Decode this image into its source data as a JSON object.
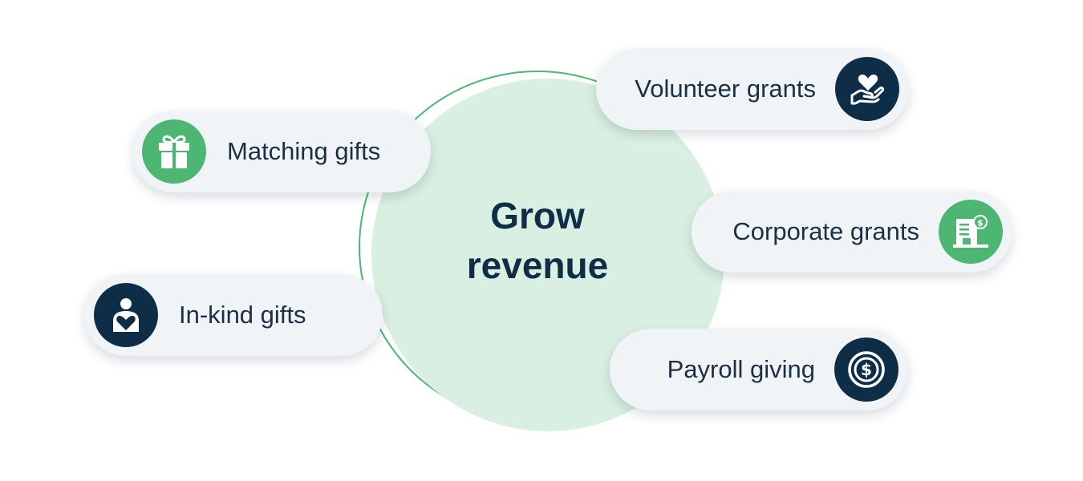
{
  "hub": {
    "line1": "Grow",
    "line2": "revenue"
  },
  "items": [
    {
      "key": "matching",
      "label": "Matching gifts",
      "icon": "gift-icon",
      "color": "#4cb672"
    },
    {
      "key": "inkind",
      "label": "In-kind gifts",
      "icon": "person-heart-icon",
      "color": "#0e2e48"
    },
    {
      "key": "volunteer",
      "label": "Volunteer grants",
      "icon": "hand-heart-icon",
      "color": "#0e2e48"
    },
    {
      "key": "corporate",
      "label": "Corporate grants",
      "icon": "building-dollar-icon",
      "color": "#4cb672"
    },
    {
      "key": "payroll",
      "label": "Payroll giving",
      "icon": "dollar-coin-icon",
      "color": "#0e2e48"
    }
  ],
  "colors": {
    "accent_green": "#4cb672",
    "navy": "#0e2e48",
    "hub_fill": "#d9efe1",
    "pill_bg": "#f0f4f6"
  }
}
